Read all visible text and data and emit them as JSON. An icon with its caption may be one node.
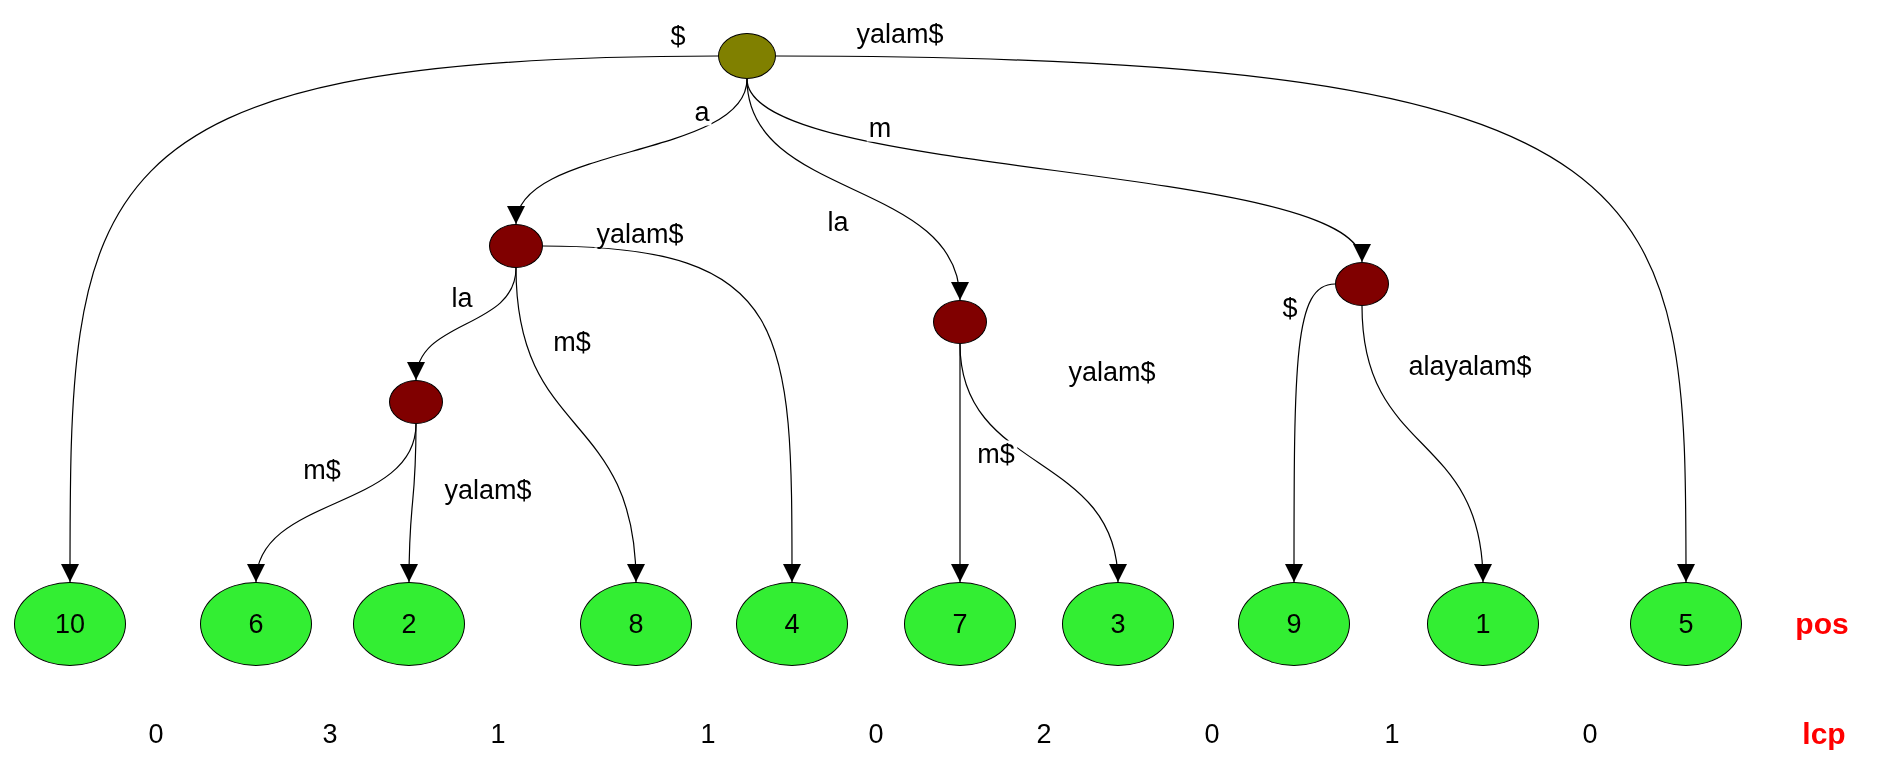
{
  "diagram": {
    "nodes": [
      {
        "text": [],
        "shape": "circle"
      },
      {
        "text": [],
        "shape": "circle"
      },
      {
        "text": [],
        "shape": "circle"
      },
      {
        "text": [],
        "shape": "circle"
      },
      {
        "text": [],
        "shape": "circle"
      },
      {
        "text": [
          "10"
        ]
      },
      {
        "text": [
          "6"
        ]
      },
      {
        "text": [
          "2"
        ]
      },
      {
        "text": [
          "8"
        ]
      },
      {
        "text": [
          "4"
        ]
      },
      {
        "text": [
          "7"
        ]
      },
      {
        "text": [
          "3"
        ]
      },
      {
        "text": [
          "9"
        ]
      },
      {
        "text": [
          "1"
        ]
      },
      {
        "text": [
          "5"
        ]
      }
    ],
    "edges": [
      {
        "from": 0,
        "to": 5,
        "arrow": "to",
        "label": "$"
      },
      {
        "from": 0,
        "to": 1,
        "arrow": "to",
        "label": "a"
      },
      {
        "from": 0,
        "to": 3,
        "arrow": "to",
        "label": "la"
      },
      {
        "from": 0,
        "to": 2,
        "arrow": "to",
        "label": "m"
      },
      {
        "from": 0,
        "to": 14,
        "arrow": "to",
        "label": "yalam$"
      },
      {
        "from": 1,
        "to": 4,
        "arrow": "to",
        "label": "la"
      },
      {
        "from": 1,
        "to": 8,
        "arrow": "to",
        "label": "m$"
      },
      {
        "from": 1,
        "to": 9,
        "arrow": "to",
        "label": "yalam$"
      },
      {
        "from": 4,
        "to": 6,
        "arrow": "to",
        "label": "m$"
      },
      {
        "from": 4,
        "to": 7,
        "arrow": "to",
        "label": "yalam$"
      },
      {
        "from": 3,
        "to": 10,
        "arrow": "to",
        "label": "m$"
      },
      {
        "from": 3,
        "to": 11,
        "arrow": "to",
        "label": "yalam$"
      },
      {
        "from": 2,
        "to": 12,
        "arrow": "to",
        "label": "$"
      },
      {
        "from": 2,
        "to": 13,
        "arrow": "to",
        "label": "alayalam$"
      }
    ],
    "labels": [
      "pos",
      "0",
      "3",
      "1",
      "1",
      "0",
      "2",
      "0",
      "1",
      "0",
      "lcp"
    ]
  }
}
